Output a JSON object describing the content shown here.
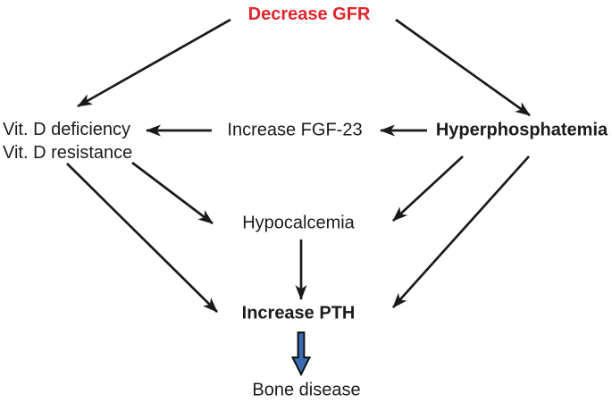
{
  "diagram": {
    "nodes": {
      "decrease_gfr": {
        "label": "Decrease GFR"
      },
      "vit_d": {
        "line1": "Vit. D deficiency",
        "line2": "Vit. D resistance"
      },
      "increase_fgf23": {
        "label": "Increase FGF-23"
      },
      "hyperphosphatemia": {
        "label": "Hyperphosphatemia"
      },
      "hypocalcemia": {
        "label": "Hypocalcemia"
      },
      "increase_pth": {
        "label": "Increase PTH"
      },
      "bone_disease": {
        "label": "Bone disease"
      }
    },
    "edges": [
      {
        "from": "decrease_gfr",
        "to": "vit_d",
        "style": "thin-black"
      },
      {
        "from": "decrease_gfr",
        "to": "hyperphosphatemia",
        "style": "thin-black"
      },
      {
        "from": "increase_fgf23",
        "to": "vit_d",
        "style": "thin-black"
      },
      {
        "from": "hyperphosphatemia",
        "to": "increase_fgf23",
        "style": "thin-black"
      },
      {
        "from": "vit_d",
        "to": "hypocalcemia",
        "style": "thin-black"
      },
      {
        "from": "vit_d",
        "to": "increase_pth",
        "style": "thin-black"
      },
      {
        "from": "hyperphosphatemia",
        "to": "hypocalcemia",
        "style": "thin-black"
      },
      {
        "from": "hyperphosphatemia",
        "to": "increase_pth",
        "style": "thin-black"
      },
      {
        "from": "hypocalcemia",
        "to": "increase_pth",
        "style": "thin-black"
      },
      {
        "from": "increase_pth",
        "to": "bone_disease",
        "style": "block-blue-outlined"
      }
    ],
    "colors": {
      "highlight_red": "#e2252b",
      "arrow_black": "#1a1a1a",
      "block_arrow_blue": "#3a6cb3",
      "background": "#ffffff"
    }
  }
}
